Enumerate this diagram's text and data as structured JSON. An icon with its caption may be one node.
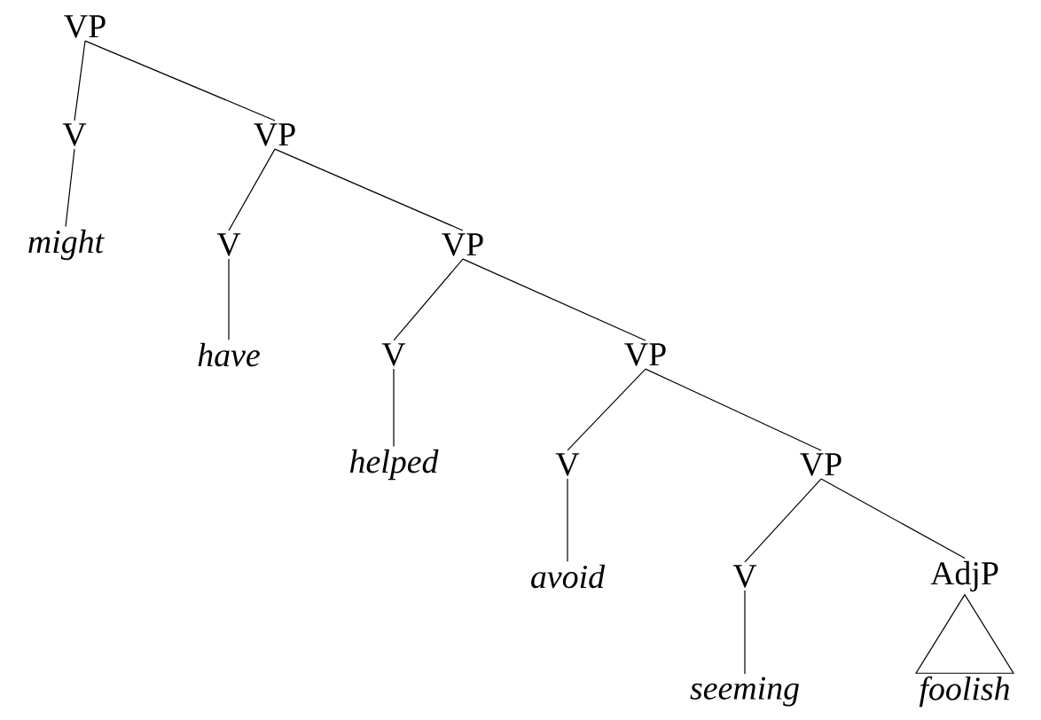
{
  "diagram": {
    "nodes": [
      {
        "text": [
          "VP"
        ]
      },
      {
        "text": [
          "V"
        ]
      },
      {
        "text": [
          "VP"
        ]
      },
      {
        "text": [
          "might"
        ]
      },
      {
        "text": [
          "V"
        ]
      },
      {
        "text": [
          "VP"
        ]
      },
      {
        "text": [
          "have"
        ]
      },
      {
        "text": [
          "V"
        ]
      },
      {
        "text": [
          "VP"
        ]
      },
      {
        "text": [
          "helped"
        ]
      },
      {
        "text": [
          "V"
        ]
      },
      {
        "text": [
          "VP"
        ]
      },
      {
        "text": [
          "avoid"
        ]
      },
      {
        "text": [
          "V"
        ]
      },
      {
        "text": [
          "AdjP"
        ]
      },
      {
        "text": [
          "seeming"
        ]
      },
      {
        "text": [
          "foolish"
        ]
      }
    ],
    "edges": [
      {
        "from": 0,
        "to": 1,
        "arrow": "none"
      },
      {
        "from": 0,
        "to": 2,
        "arrow": "none"
      },
      {
        "from": 1,
        "to": 3,
        "arrow": "none"
      },
      {
        "from": 2,
        "to": 4,
        "arrow": "none"
      },
      {
        "from": 2,
        "to": 5,
        "arrow": "none"
      },
      {
        "from": 4,
        "to": 6,
        "arrow": "none"
      },
      {
        "from": 5,
        "to": 7,
        "arrow": "none"
      },
      {
        "from": 5,
        "to": 8,
        "arrow": "none"
      },
      {
        "from": 7,
        "to": 9,
        "arrow": "none"
      },
      {
        "from": 8,
        "to": 10,
        "arrow": "none"
      },
      {
        "from": 8,
        "to": 11,
        "arrow": "none"
      },
      {
        "from": 10,
        "to": 12,
        "arrow": "none"
      },
      {
        "from": 11,
        "to": 13,
        "arrow": "none"
      },
      {
        "from": 11,
        "to": 14,
        "arrow": "none"
      },
      {
        "from": 13,
        "to": 15,
        "arrow": "none"
      },
      {
        "from": 14,
        "to": 16,
        "arrow": "none"
      }
    ]
  }
}
